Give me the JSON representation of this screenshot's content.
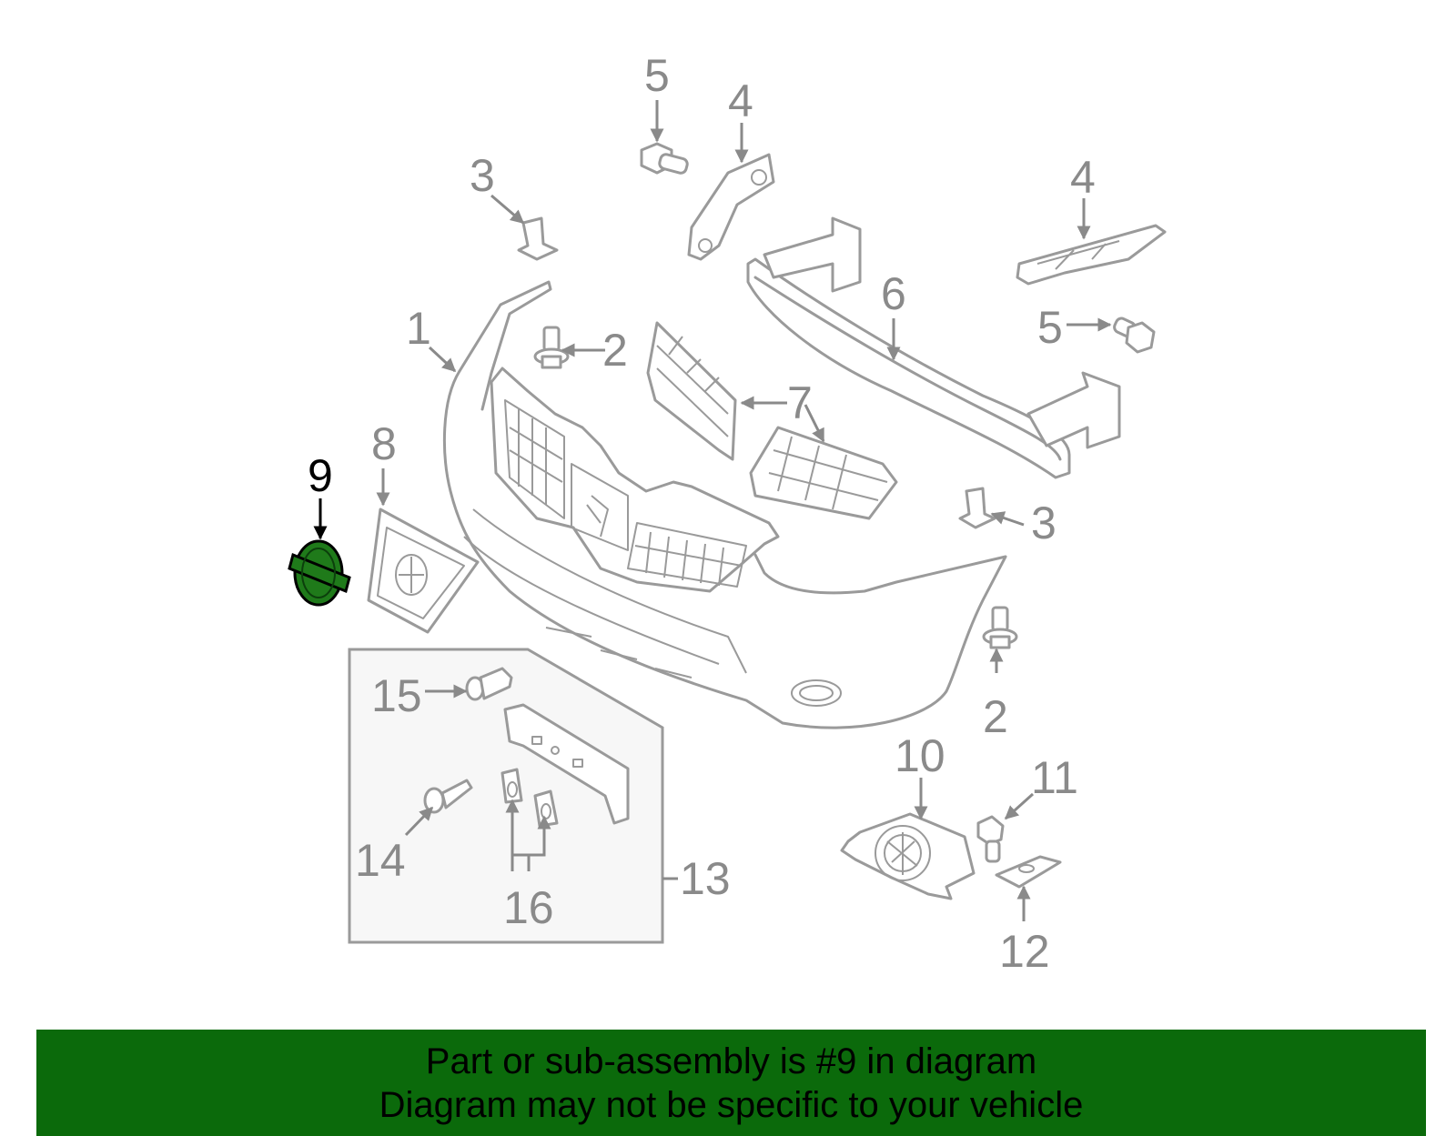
{
  "colors": {
    "line_art": "#9a9a9a",
    "highlight_part": "#1f7a1a",
    "footer_bg": "#0b6a0b",
    "callout_highlight": "#000000"
  },
  "diagram": {
    "callouts": {
      "c1": "1",
      "c2a": "2",
      "c2b": "2",
      "c3a": "3",
      "c3b": "3",
      "c4a": "4",
      "c4b": "4",
      "c5a": "5",
      "c5b": "5",
      "c6": "6",
      "c7": "7",
      "c8": "8",
      "c9": "9",
      "c10": "10",
      "c11": "11",
      "c12": "12",
      "c13": "13",
      "c14": "14",
      "c15": "15",
      "c16": "16"
    },
    "highlighted_part": "9"
  },
  "footer": {
    "line1": "Part or sub-assembly is #9 in diagram",
    "line2": "Diagram may not be specific to your vehicle"
  }
}
